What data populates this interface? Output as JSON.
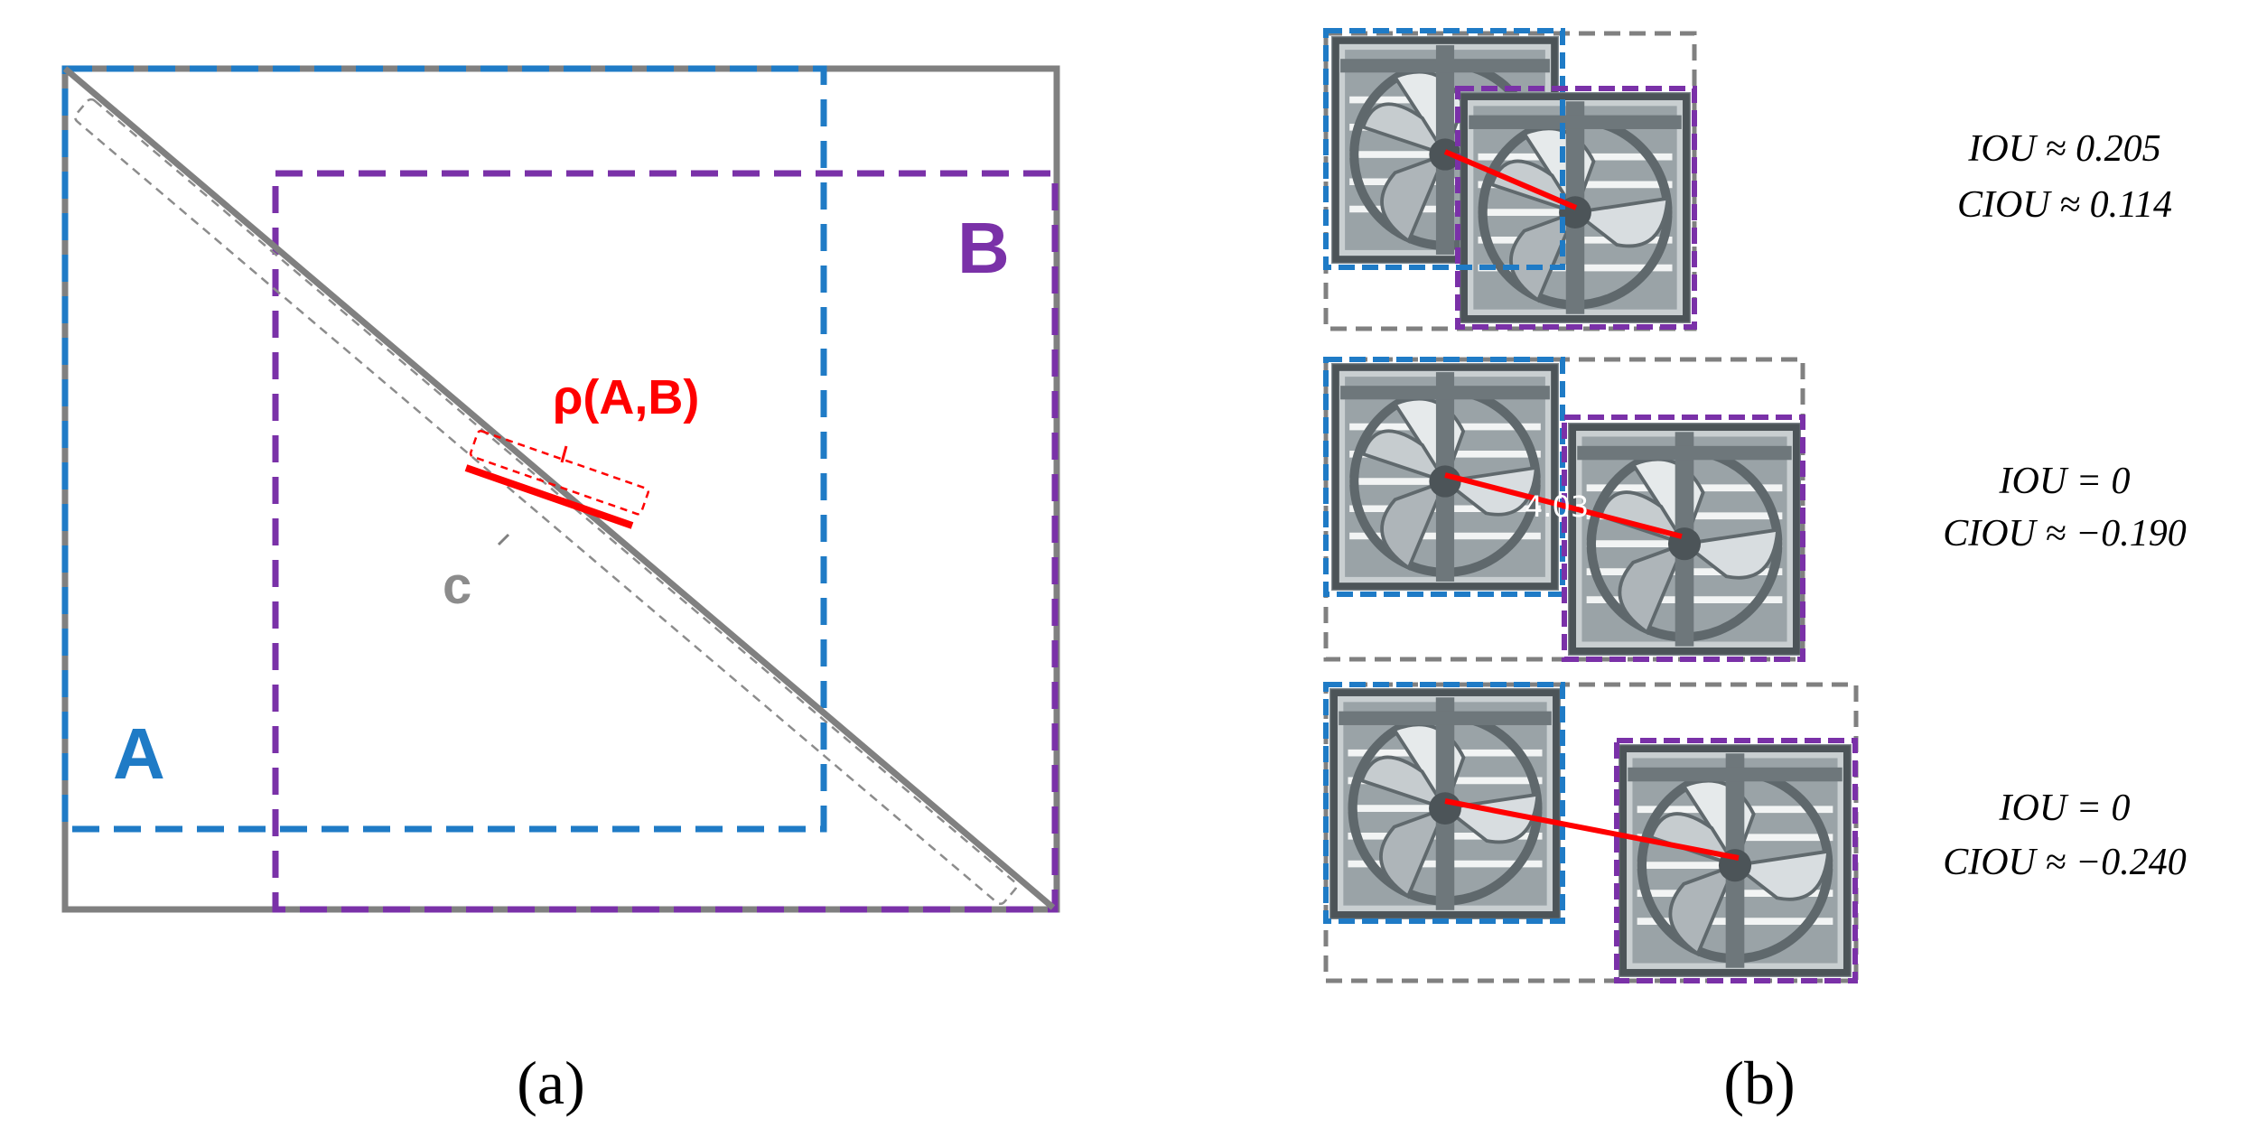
{
  "panel_a": {
    "label_A": "A",
    "label_B": "B",
    "label_c": "c",
    "label_rho": "ρ(A,B)",
    "caption": "(a)"
  },
  "panel_b": {
    "caption": "(b)",
    "stray_text": "4.03",
    "examples": [
      {
        "iou_text": "IOU ≈ 0.205",
        "ciou_text": "CIOU ≈ 0.114"
      },
      {
        "iou_text": "IOU = 0",
        "ciou_text": "CIOU ≈ −0.190"
      },
      {
        "iou_text": "IOU = 0",
        "ciou_text": "CIOU ≈ −0.240"
      }
    ]
  },
  "colors": {
    "box_a": "#1f7bc6",
    "box_b": "#7a31a8",
    "enclosing": "#808080",
    "distance": "#ff0000",
    "photo_frame": "#6d7a80"
  },
  "icons": {
    "fan_photo": "exhaust-fan-photo-icon"
  }
}
